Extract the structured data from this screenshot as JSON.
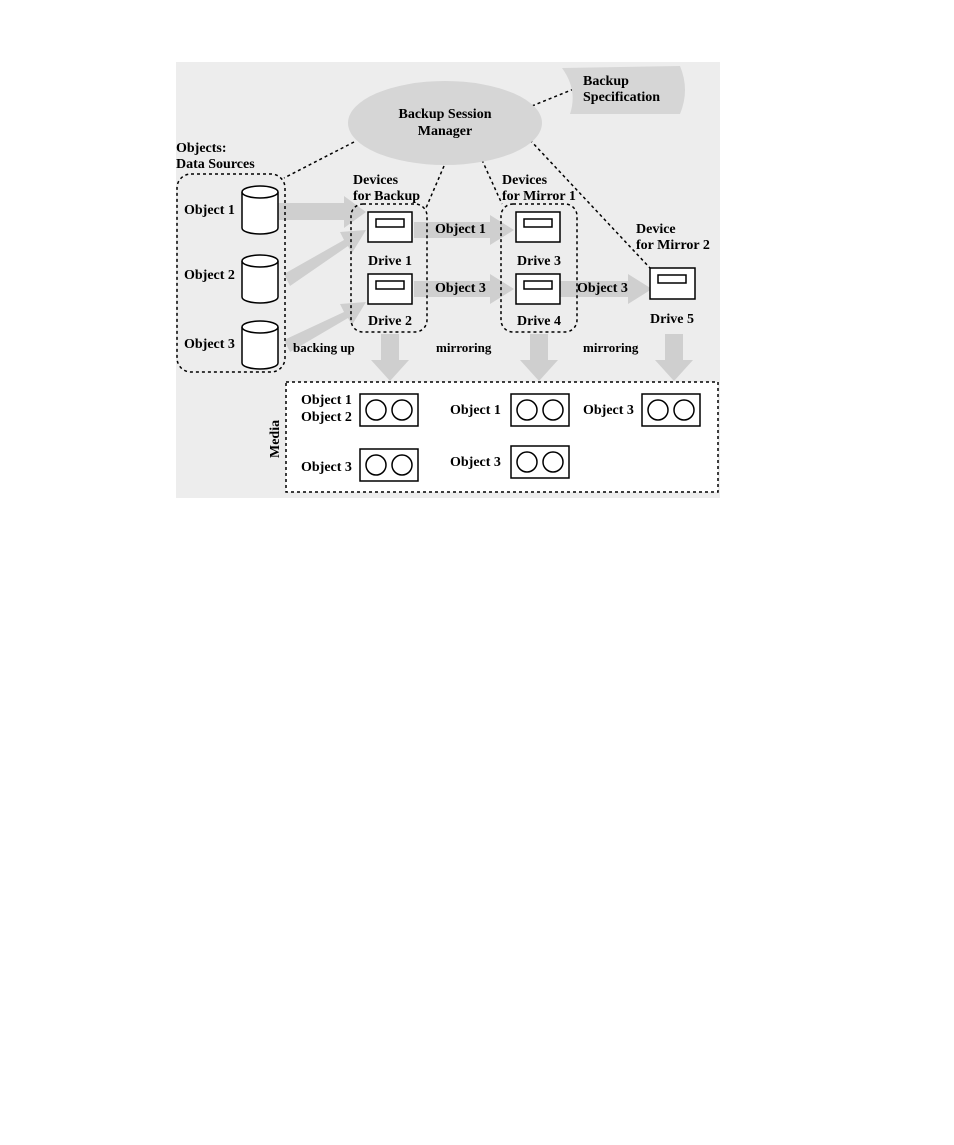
{
  "colors": {
    "panel": "#ededed",
    "arrow": "#cfcfcf",
    "ellipse": "#d6d6d6",
    "ink": "#000000"
  },
  "manager": {
    "line1": "Backup Session",
    "line2": "Manager"
  },
  "spec": {
    "line1": "Backup",
    "line2": "Specification"
  },
  "sources": {
    "title1": "Objects:",
    "title2": "Data Sources",
    "objects": [
      "Object 1",
      "Object 2",
      "Object 3"
    ]
  },
  "backup_group": {
    "line1": "Devices",
    "line2": "for Backup",
    "drive1": "Drive 1",
    "drive2": "Drive 2"
  },
  "mirror1_group": {
    "line1": "Devices",
    "line2": "for Mirror 1",
    "drive3": "Drive 3",
    "drive4": "Drive 4"
  },
  "mirror2_group": {
    "line1": "Device",
    "line2": "for Mirror 2",
    "drive5": "Drive 5"
  },
  "flows": {
    "obj1_to_drive3": "Object 1",
    "obj3_to_drive4": "Object 3",
    "obj3_to_drive5": "Object 3",
    "backing_up": "backing up",
    "mirroring1": "mirroring",
    "mirroring2": "mirroring"
  },
  "media": {
    "title": "Media",
    "tape1_l1": "Object 1",
    "tape1_l2": "Object 2",
    "tape2": "Object 3",
    "tape3": "Object 1",
    "tape4": "Object 3",
    "tape5": "Object 3"
  }
}
